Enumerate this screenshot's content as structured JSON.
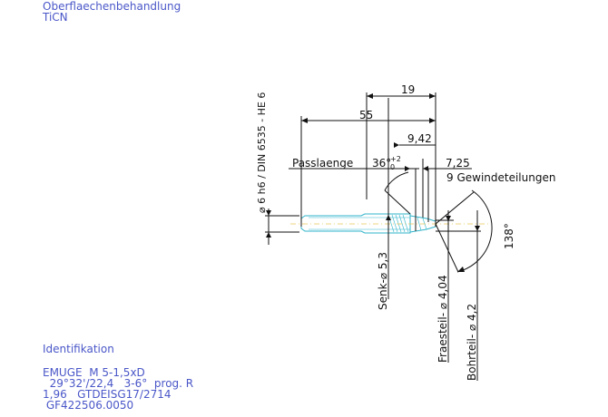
{
  "header": {
    "line1": "Oberflaechenbehandlung",
    "line2": "TiCN"
  },
  "identification": {
    "title": "Identifikation",
    "line1": "EMUGE  M 5-1,5xD",
    "line2": "  29°32'/22,4   3-6°  prog. R",
    "line3": "1,96   GTDEISG17/2714",
    "line4": " GF422506.0050"
  },
  "dimensions": {
    "shank": "⌀ 6 h6 / DIN 6535 - HE 6",
    "len_19": "19",
    "len_55": "55",
    "len_942": "9,42",
    "len_725": "7,25",
    "passlaenge": "Passlaenge",
    "angle_36": "36°",
    "tol_plus": "+2",
    "tol_zero": "0",
    "gewinde": "9 Gewindeteilungen",
    "angle_138": "138°",
    "senk": "Senk-⌀ 5,3",
    "fraesteil": "Fraesteil- ⌀ 4,04",
    "bohrteil": "Bohrteil- ⌀ 4,2"
  },
  "colors": {
    "text_blue": "#4a57c8",
    "part_cyan": "#2fb3c9",
    "centerline_yellow": "#e6c85a",
    "dimension_black": "#111111"
  }
}
